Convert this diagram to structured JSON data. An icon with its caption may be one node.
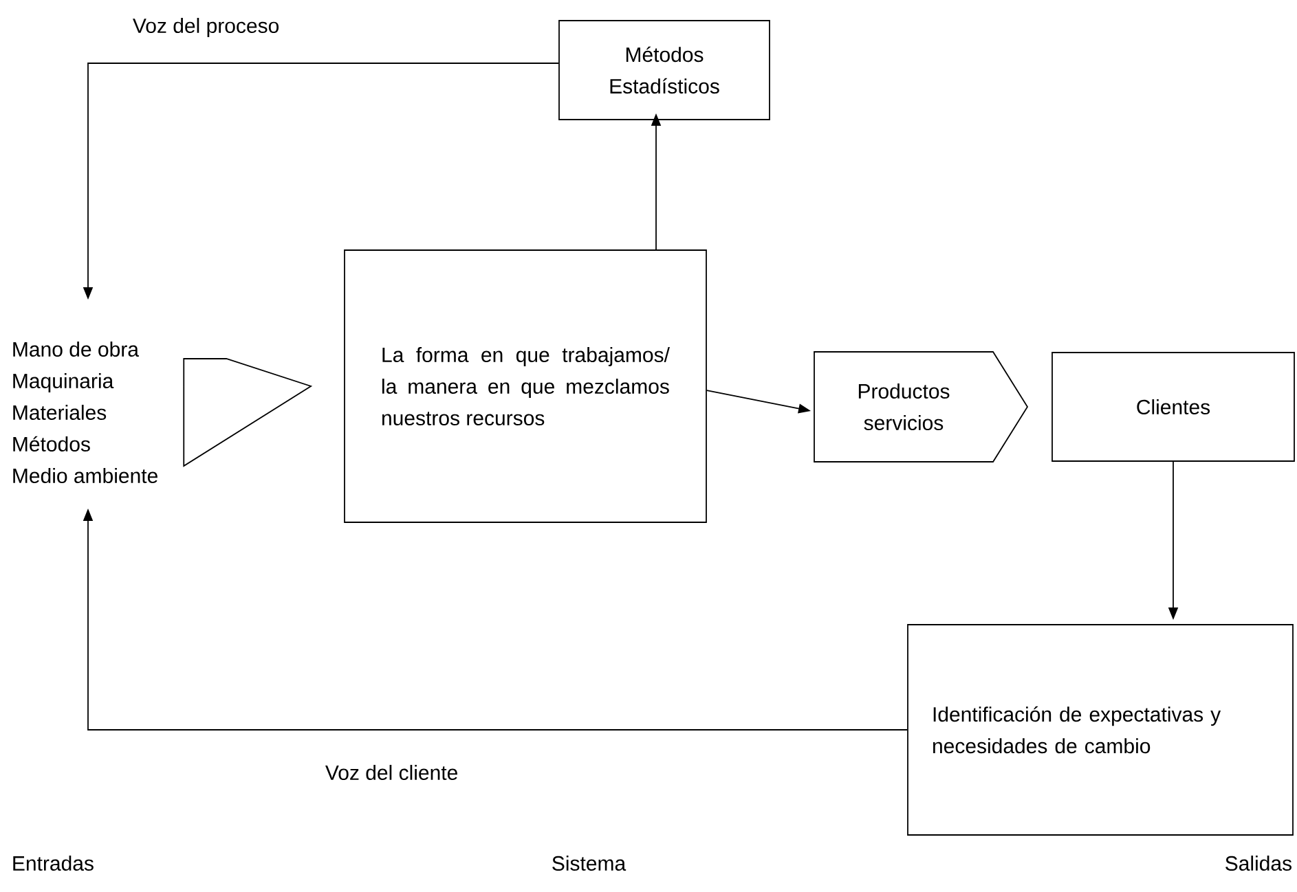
{
  "diagram": {
    "nodes": [
      {
        "text": [
          "Métodos Estadísticos"
        ]
      },
      {
        "text": [
          "Mano de obra",
          "Maquinaria",
          "Materiales",
          "Métodos",
          "Medio ambiente"
        ]
      },
      {
        "text": [
          "La forma en que trabajamos/ la manera en que mezclamos nuestros recursos"
        ]
      },
      {
        "text": [
          "Productos servicios"
        ]
      },
      {
        "text": [
          "Clientes"
        ]
      },
      {
        "text": [
          "Identificación de expectativas y necesidades de cambio"
        ]
      }
    ],
    "edges": [
      {
        "from": 2,
        "to": 0,
        "arrow": "to"
      },
      {
        "from": 0,
        "to": 1,
        "arrow": "to",
        "label": "Voz del proceso"
      },
      {
        "from": 1,
        "to": 2,
        "arrow": "to"
      },
      {
        "from": 2,
        "to": 3,
        "arrow": "to"
      },
      {
        "from": 4,
        "to": 5,
        "arrow": "to"
      },
      {
        "from": 5,
        "to": 1,
        "arrow": "to",
        "label": "Voz del cliente"
      }
    ],
    "labels": [
      "Entradas",
      "Sistema",
      "Salidas"
    ]
  }
}
